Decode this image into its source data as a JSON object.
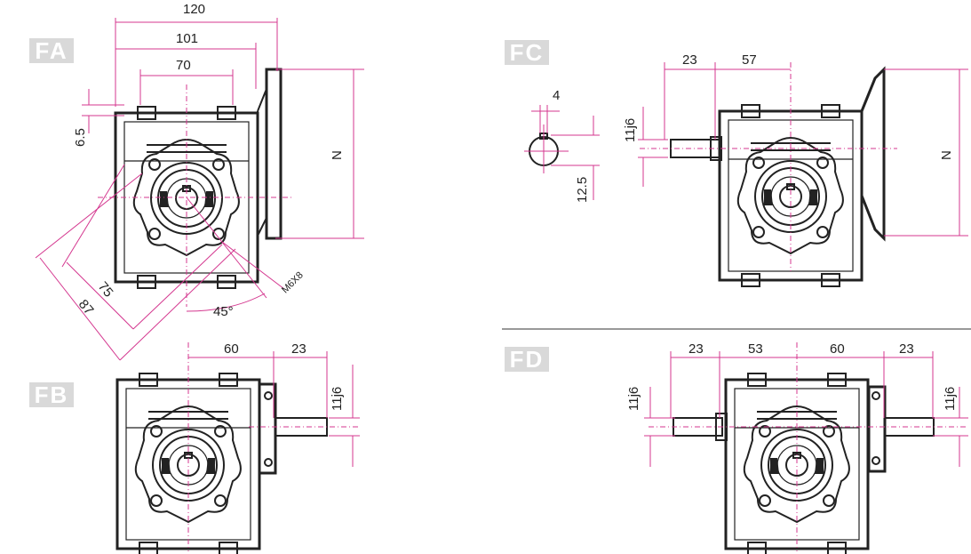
{
  "views": {
    "fa": {
      "code": "FA",
      "dims": {
        "overall": "120",
        "mid": "101",
        "inner": "70",
        "thickness": "6.5",
        "height": "N",
        "diag_inner": "75",
        "diag_outer": "87",
        "angle": "45°",
        "thread": "M6X8"
      }
    },
    "fb": {
      "code": "FB",
      "dims": {
        "center": "60",
        "shaft": "23",
        "shaft_dia": "11j6"
      }
    },
    "fc": {
      "code": "FC",
      "dims": {
        "shaft": "23",
        "center": "57",
        "key_width": "4",
        "shaft_dia": "11j6",
        "key_height": "12.5",
        "height": "N"
      }
    },
    "fd": {
      "code": "FD",
      "dims": {
        "shaft_left": "23",
        "center_left": "53",
        "center_right": "60",
        "shaft_right": "23",
        "dia_left": "11j6",
        "dia_right": "11j6"
      }
    }
  },
  "colors": {
    "dimension": "#d4378f",
    "ink": "#222222",
    "label_bg": "#d9d9d9"
  }
}
